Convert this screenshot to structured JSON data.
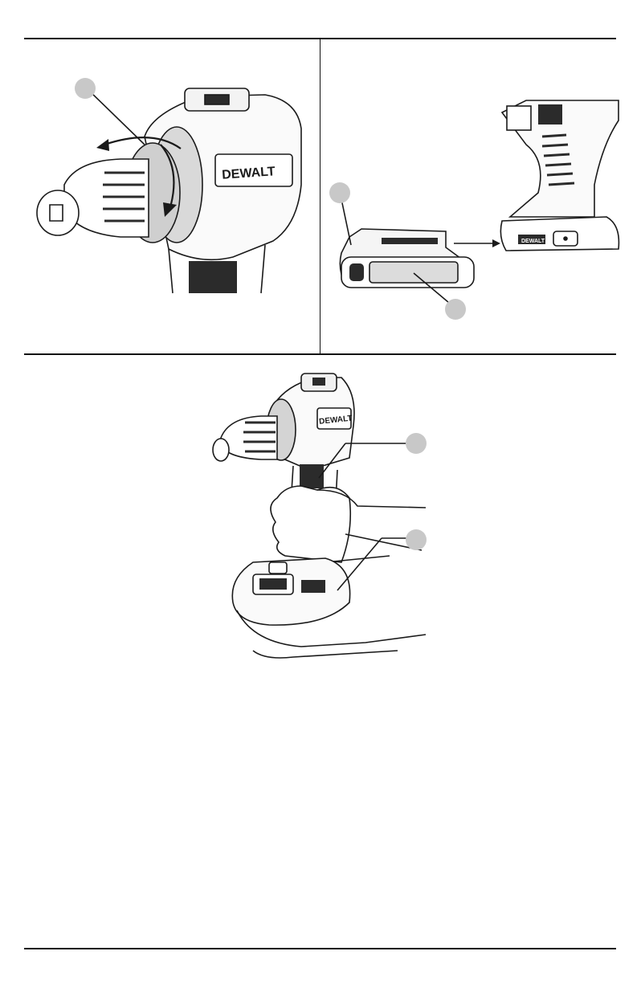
{
  "document": {
    "figures": [
      {
        "id": "chuck-collar-figure",
        "callouts": 1,
        "brand_mark": "DEWALT"
      },
      {
        "id": "battery-insert-figure",
        "callouts": 2,
        "brand_mark": "DEWALT"
      },
      {
        "id": "hand-grip-figure",
        "callouts": 2,
        "brand_mark": "DEWALT"
      }
    ],
    "colors": {
      "line": "#1a1a1a",
      "callout_fill": "#c8c8c8",
      "dark_fill": "#2b2b2b"
    }
  }
}
